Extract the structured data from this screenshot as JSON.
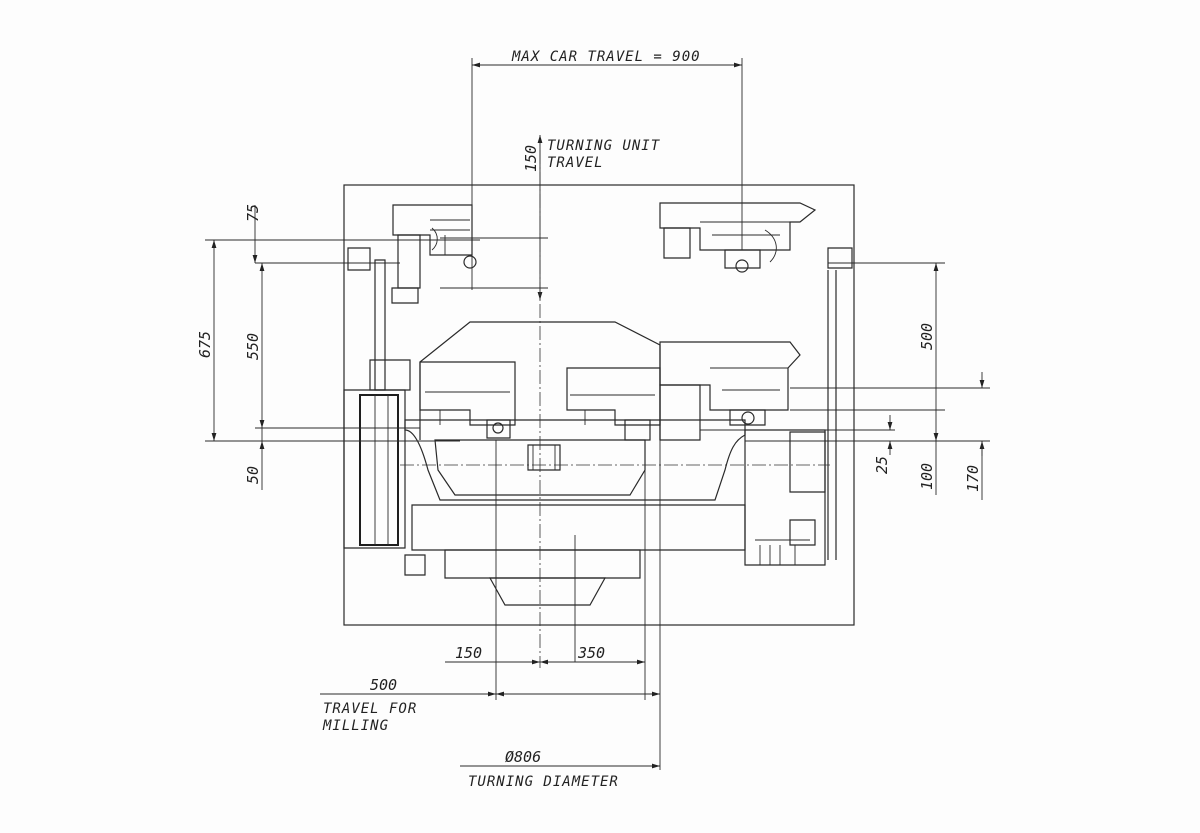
{
  "labels": {
    "max_car_travel": "MAX CAR TRAVEL = 900",
    "turning_unit_line1": "TURNING UNIT",
    "turning_unit_line2": "TRAVEL",
    "travel_milling_line1": "TRAVEL FOR",
    "travel_milling_line2": "MILLING",
    "turning_diameter_value": "Ø806",
    "turning_diameter_label": "TURNING DIAMETER"
  },
  "dimensions": {
    "d150_vertical": "150",
    "d75": "75",
    "d675": "675",
    "d550": "550",
    "d50": "50",
    "d500_right": "500",
    "d25": "25",
    "d100": "100",
    "d170": "170",
    "d150_bottom": "150",
    "d350_bottom": "350",
    "d500_bottom": "500"
  }
}
